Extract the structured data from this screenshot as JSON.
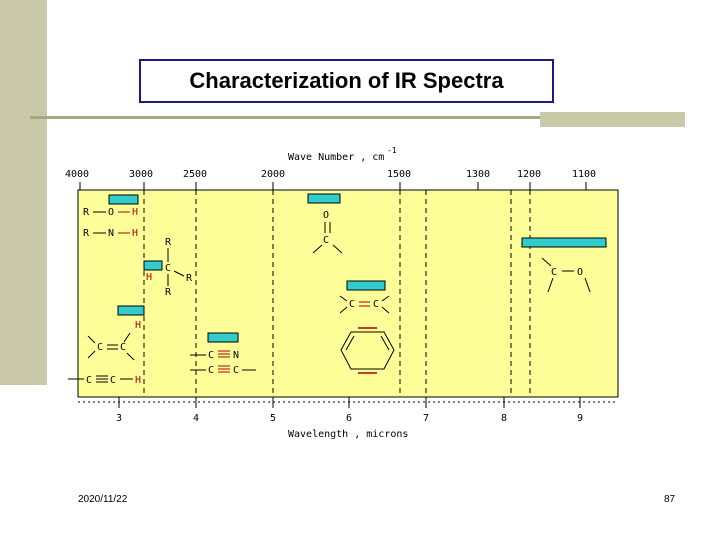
{
  "slide": {
    "title": "Characterization of IR Spectra",
    "date": "2020/11/22",
    "page": "87"
  },
  "diagram": {
    "top_axis_title": "Wave Number , cm",
    "top_axis_sup": "-1",
    "bottom_axis_title": "Wavelength , microns",
    "top_ticks": [
      "4000",
      "3000",
      "2500",
      "2000",
      "1500",
      "1300",
      "1200",
      "1100"
    ],
    "bottom_ticks": [
      "3",
      "4",
      "5",
      "6",
      "7",
      "8",
      "9"
    ],
    "colors": {
      "panel": "#ffff99",
      "band": "#33cccc",
      "bond_red": "#b00000"
    },
    "labels": {
      "oh_r": "R",
      "oh_o": "O",
      "oh_h": "H",
      "nh_r": "R",
      "nh_n": "N",
      "nh_h": "H",
      "ch_r1": "R",
      "ch_c": "C",
      "ch_h": "H",
      "ch_r2": "R",
      "ch_r3": "R",
      "co_o": "O",
      "co_c": "C",
      "coc_c": "C",
      "coc_o": "O",
      "cc_c1": "C",
      "cc_c2": "C",
      "vinyl_h": "H",
      "vinyl_c1": "C",
      "vinyl_c2": "C",
      "alkyne_c1": "C",
      "alkyne_c2": "C",
      "alkyne_h": "H",
      "nitrile_c": "C",
      "nitrile_n": "N",
      "alkyne2_c1": "C",
      "alkyne2_c2": "C"
    }
  }
}
